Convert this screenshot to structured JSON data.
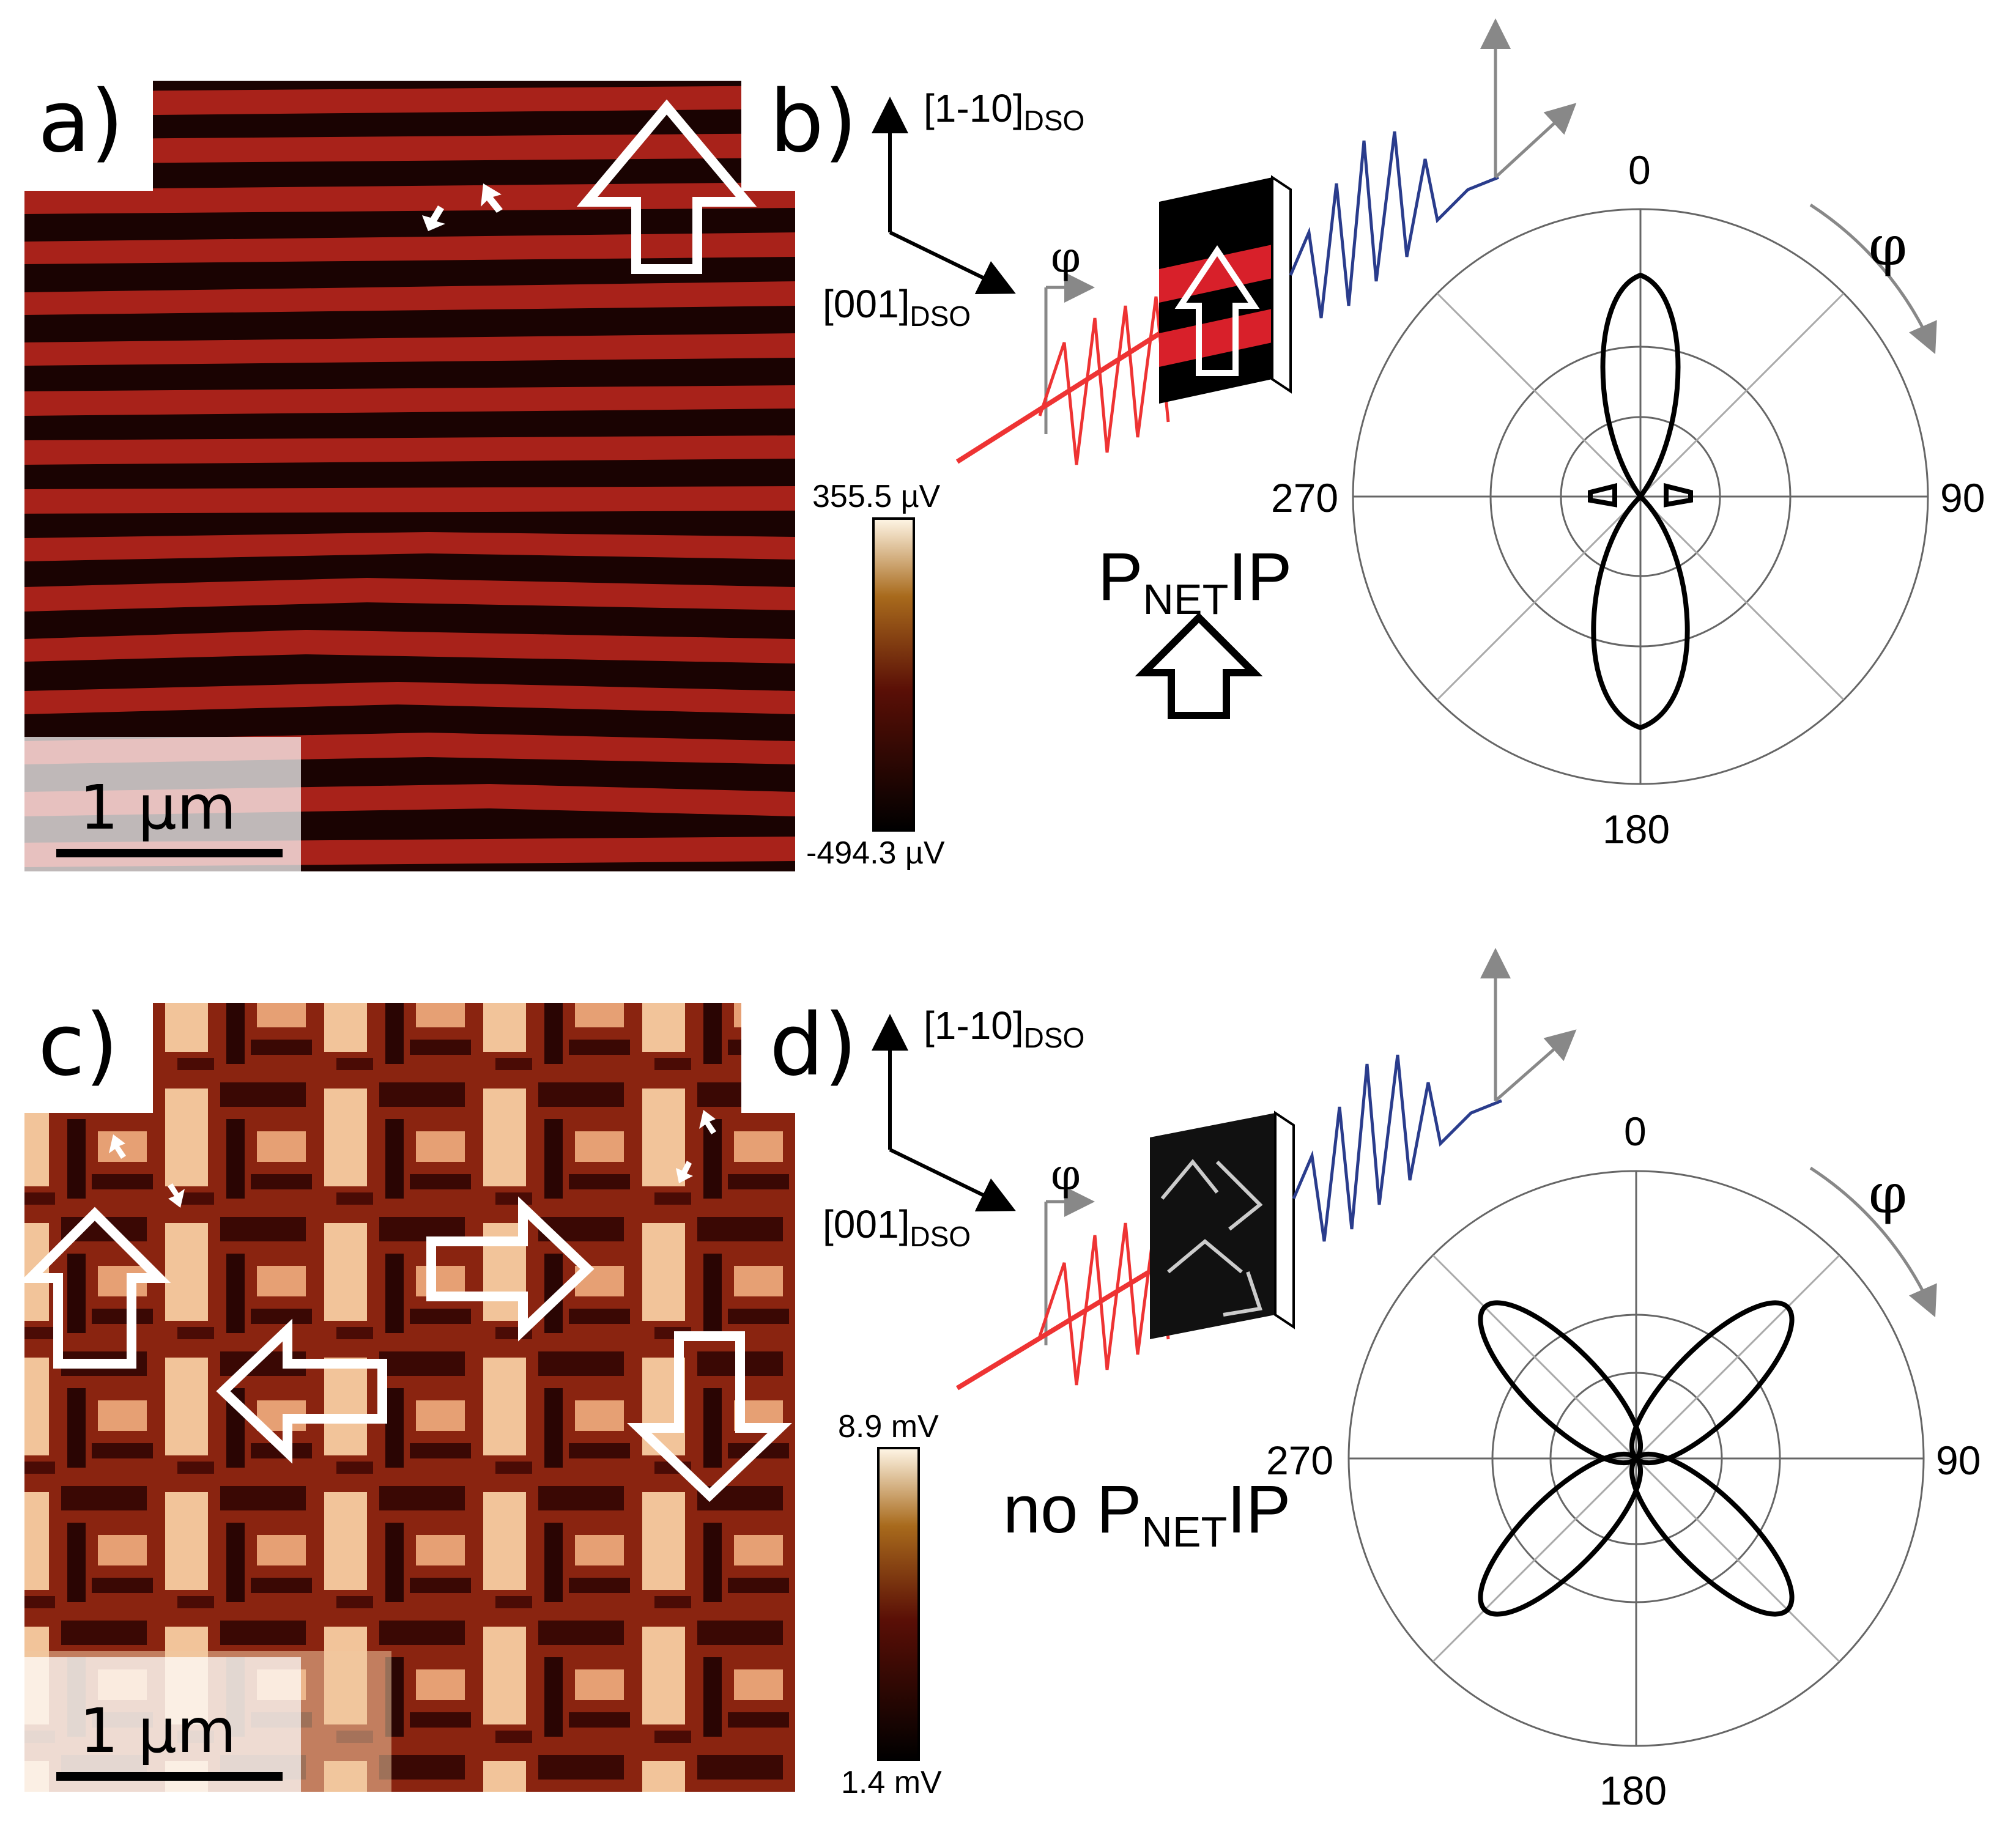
{
  "panels": {
    "a": {
      "label": "a)",
      "scale_label": "1 µm"
    },
    "b": {
      "label": "b)",
      "axis_up": "[1-10]",
      "axis_up_sub": "DSO",
      "axis_side": "[001]",
      "axis_side_sub": "DSO",
      "phi": "φ",
      "colorbar_max": "355.5 µV",
      "colorbar_min": "-494.3 µV",
      "pnet_prefix": "",
      "pnet_main": "P",
      "pnet_sub": "NET",
      "pnet_suffix": "IP",
      "polar": {
        "angle_0": "0",
        "angle_90": "90",
        "angle_180": "180",
        "angle_270": "270",
        "phi": "φ"
      }
    },
    "c": {
      "label": "c)",
      "scale_label": "1 µm"
    },
    "d": {
      "label": "d)",
      "axis_up": "[1-10]",
      "axis_up_sub": "DSO",
      "axis_side": "[001]",
      "axis_side_sub": "DSO",
      "phi": "φ",
      "colorbar_max": "8.9 mV",
      "colorbar_min": "1.4 mV",
      "pnet_prefix": "no ",
      "pnet_main": "P",
      "pnet_sub": "NET",
      "pnet_suffix": "IP",
      "polar": {
        "angle_0": "0",
        "angle_90": "90",
        "angle_180": "180",
        "angle_270": "270",
        "phi": "φ"
      }
    }
  }
}
